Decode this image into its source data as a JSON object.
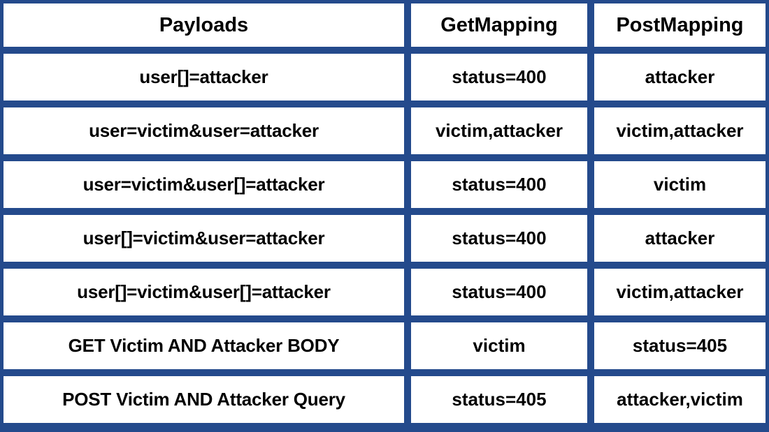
{
  "table": {
    "accent_color": "#244a8c",
    "cell_background": "#ffffff",
    "text_color": "#000000",
    "columns": [
      "Payloads",
      "GetMapping",
      "PostMapping"
    ],
    "rows": [
      {
        "payload": "user[]=attacker",
        "get_mapping": "status=400",
        "post_mapping": "attacker"
      },
      {
        "payload": "user=victim&user=attacker",
        "get_mapping": "victim,attacker",
        "post_mapping": "victim,attacker"
      },
      {
        "payload": "user=victim&user[]=attacker",
        "get_mapping": "status=400",
        "post_mapping": "victim"
      },
      {
        "payload": "user[]=victim&user=attacker",
        "get_mapping": "status=400",
        "post_mapping": "attacker"
      },
      {
        "payload": "user[]=victim&user[]=attacker",
        "get_mapping": "status=400",
        "post_mapping": "victim,attacker"
      },
      {
        "payload": "GET Victim AND Attacker BODY",
        "get_mapping": "victim",
        "post_mapping": "status=405"
      },
      {
        "payload": "POST Victim AND Attacker Query",
        "get_mapping": "status=405",
        "post_mapping": "attacker,victim"
      }
    ]
  }
}
